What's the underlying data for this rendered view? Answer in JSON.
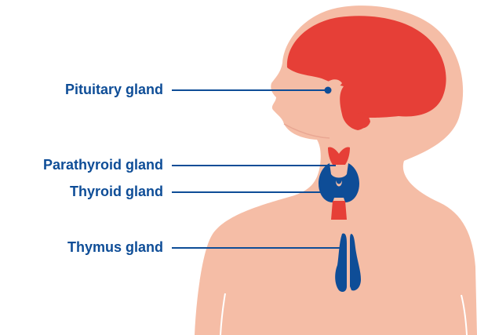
{
  "labels": {
    "pituitary": "Pituitary gland",
    "parathyroid": "Parathyroid gland",
    "thyroid": "Thyroid gland",
    "thymus": "Thymus gland"
  },
  "colors": {
    "skin": "#f5bda6",
    "skin_dark": "#e9a793",
    "brain": "#e63f37",
    "gland_blue": "#0e4d97",
    "label_text": "#0e4d97"
  }
}
